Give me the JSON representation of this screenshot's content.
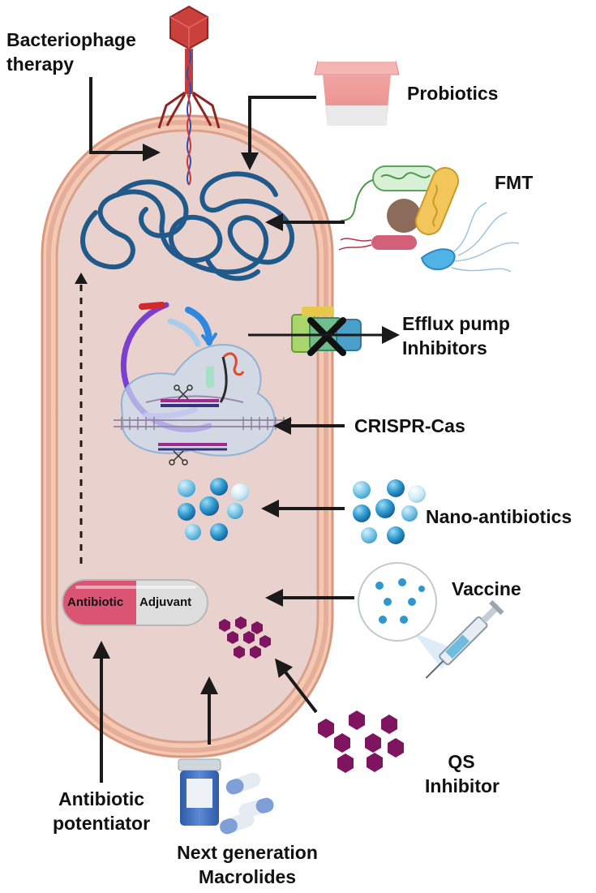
{
  "labels": {
    "bacteriophage": [
      "Bacteriophage",
      "therapy"
    ],
    "probiotics": "Probiotics",
    "fmt": "FMT",
    "efflux": [
      "Efflux pump",
      "Inhibitors"
    ],
    "crispr": "CRISPR-Cas",
    "nano": "Nano-antibiotics",
    "vaccine": "Vaccine",
    "qs": [
      "QS",
      "Inhibitor"
    ],
    "potentiator": [
      "Antibiotic",
      "potentiator"
    ],
    "macrolides": [
      "Next generation",
      "Macrolides"
    ]
  },
  "pill": {
    "left": "Antibiotic",
    "right": "Adjuvant"
  },
  "colors": {
    "cell_fill": "#e8cfcc",
    "membrane": "#e2a58c",
    "dna": "#1f5a8a",
    "plasmid": "#7a3fd0",
    "nano": "#2e97cf",
    "hexagon": "#7f1560",
    "pill_red": "#d95573",
    "pill_grey": "#dedede",
    "arrow": "#1a1a1a"
  },
  "icons": [
    "bacteriophage-icon",
    "yogurt-cup-icon",
    "gut-bacteria-icon",
    "efflux-pump-icon",
    "plasmid-icon",
    "crispr-cas-icon",
    "nanoparticle-icon",
    "syringe-icon",
    "hexagon-icon",
    "pill-bottle-icon",
    "capsule-icon"
  ]
}
